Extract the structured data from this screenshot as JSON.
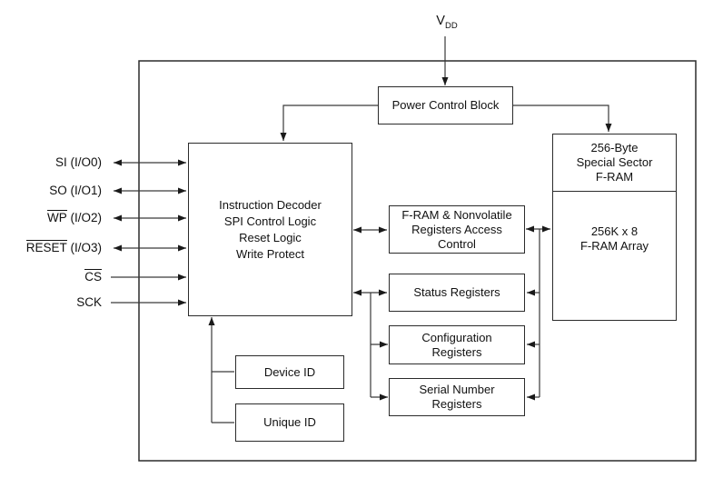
{
  "vdd": {
    "base": "V",
    "sub": "DD"
  },
  "signals": [
    {
      "bar": "",
      "plain": "SI (I/O0)"
    },
    {
      "bar": "",
      "plain": "SO (I/O1)"
    },
    {
      "bar": "WP",
      "plain": " (I/O2)"
    },
    {
      "bar": "RESET",
      "plain": " (I/O3)"
    },
    {
      "bar": "CS",
      "plain": ""
    },
    {
      "bar": "",
      "plain": "SCK"
    }
  ],
  "blocks": {
    "power_control": "Power Control Block",
    "decoder": "Instruction Decoder\nSPI Control Logic\nReset Logic\nWrite Protect",
    "access_control": "F-RAM & Nonvolatile\nRegisters Access\nControl",
    "status": "Status Registers",
    "configuration": "Configuration\nRegisters",
    "serial_number": "Serial Number\nRegisters",
    "special_sector": "256-Byte\nSpecial Sector\nF-RAM",
    "fram_array": "256K x 8\nF-RAM Array",
    "device_id": "Device ID",
    "unique_id": "Unique ID"
  },
  "colors": {
    "wire": "#3a3a3a",
    "arrow": "#1a1a1a",
    "box_border": "#2b2b2b",
    "text": "#111111",
    "background": "#ffffff"
  }
}
